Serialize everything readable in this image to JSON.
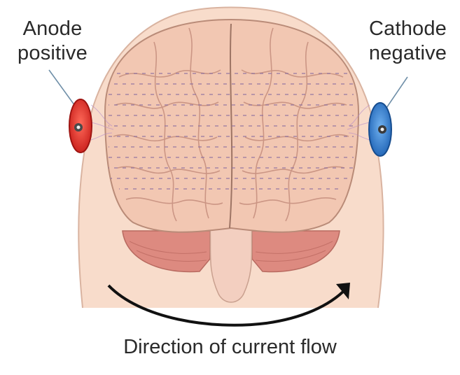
{
  "anode": {
    "line1": "Anode",
    "line2": "positive",
    "color": "#e0322d"
  },
  "cathode": {
    "line1": "Cathode",
    "line2": "negative",
    "color": "#2f7fd0"
  },
  "caption": "Direction of current flow",
  "colors": {
    "skin": "#f6d8c4",
    "brain": "#f2c7b2",
    "sulci": "#c58d7d",
    "cerebellum": "#dd8a80",
    "field_dash": "#8b6fa0",
    "arrow": "#111111"
  }
}
